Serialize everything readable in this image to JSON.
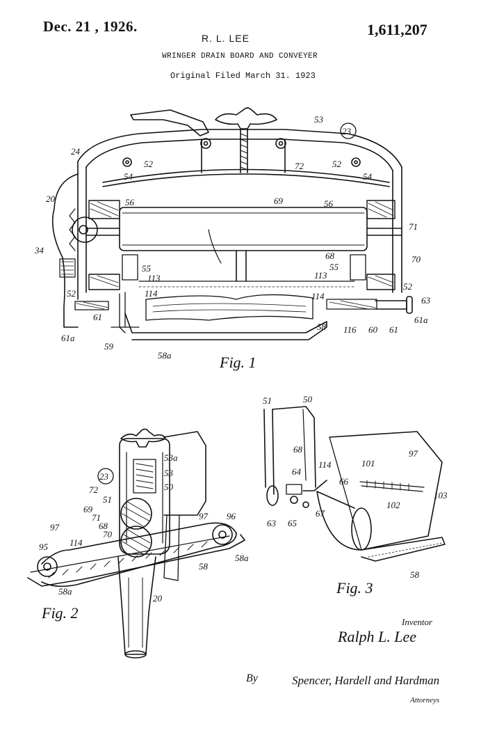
{
  "header": {
    "date": "Dec. 21 , 1926.",
    "patent_number": "1,611,207",
    "inventor": "R. L. LEE",
    "title": "WRINGER DRAIN BOARD AND CONVEYER",
    "filed": "Original Filed March 31. 1923"
  },
  "figures": {
    "fig1_label": "Fig. 1",
    "fig2_label": "Fig. 2",
    "fig3_label": "Fig. 3"
  },
  "fig1_refs": [
    "24",
    "53",
    "23",
    "52",
    "52",
    "54",
    "54",
    "72",
    "20",
    "56",
    "56",
    "69",
    "71",
    "70",
    "68",
    "34",
    "55",
    "55",
    "113",
    "113",
    "114",
    "114",
    "52",
    "52",
    "63",
    "61a",
    "61",
    "59",
    "58a",
    "58",
    "116",
    "60",
    "61",
    "61a"
  ],
  "fig2_refs": [
    "23",
    "53a",
    "53",
    "72",
    "50",
    "51",
    "69",
    "71",
    "68",
    "70",
    "97",
    "97",
    "96",
    "95",
    "114",
    "58",
    "58a",
    "58a",
    "20"
  ],
  "fig3_refs": [
    "51",
    "50",
    "68",
    "114",
    "97",
    "101",
    "102",
    "103",
    "64",
    "66",
    "63",
    "65",
    "67",
    "58"
  ],
  "signature": {
    "inventor_caption": "Inventor",
    "inventor_name": "Ralph L. Lee",
    "by": "By",
    "attorney_name": "Spencer, Hardell and Hardman",
    "attorney_caption": "Attorneys"
  }
}
